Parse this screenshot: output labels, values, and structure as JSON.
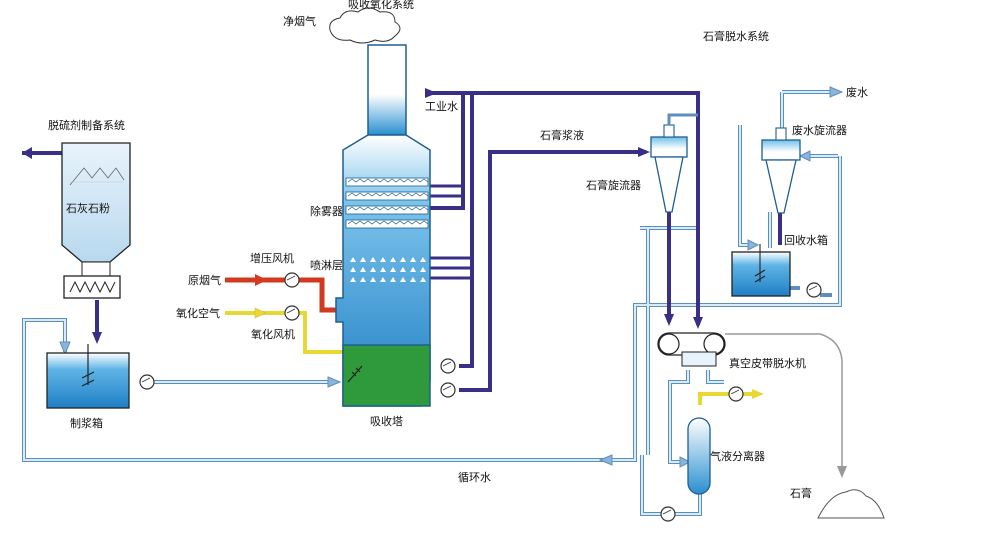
{
  "labels": {
    "section_absorption": "吸收氧化系统",
    "section_gypsum": "石膏脱水系统",
    "section_reagent": "脱硫剂制备系统",
    "clean_gas": "净烟气",
    "limestone": "石灰石粉",
    "slurry_tank": "制浆箱",
    "absorber": "吸收塔",
    "mist_eliminator": "除雾器",
    "spray_layer": "喷淋层",
    "booster_fan": "增压风机",
    "raw_gas": "原烟气",
    "oxidation_air": "氧化空气",
    "oxidation_fan": "氧化风机",
    "process_water": "工业水",
    "gypsum_slurry": "石膏浆液",
    "gypsum_cyclone": "石膏旋流器",
    "wastewater": "废水",
    "wastewater_cyclone": "废水旋流器",
    "recovery_tank": "回收水箱",
    "belt_filter": "真空皮带脱水机",
    "separator": "气液分离器",
    "circulating_water": "循环水",
    "gypsum": "石膏"
  },
  "colors": {
    "purple_pipe": "#3a2f86",
    "light_pipe": "#8ab4d8",
    "red_pipe": "#d23a20",
    "yellow_pipe": "#e9d834",
    "tower_blue": "#2a8fd0",
    "slurry_green": "#2f9a3c"
  }
}
